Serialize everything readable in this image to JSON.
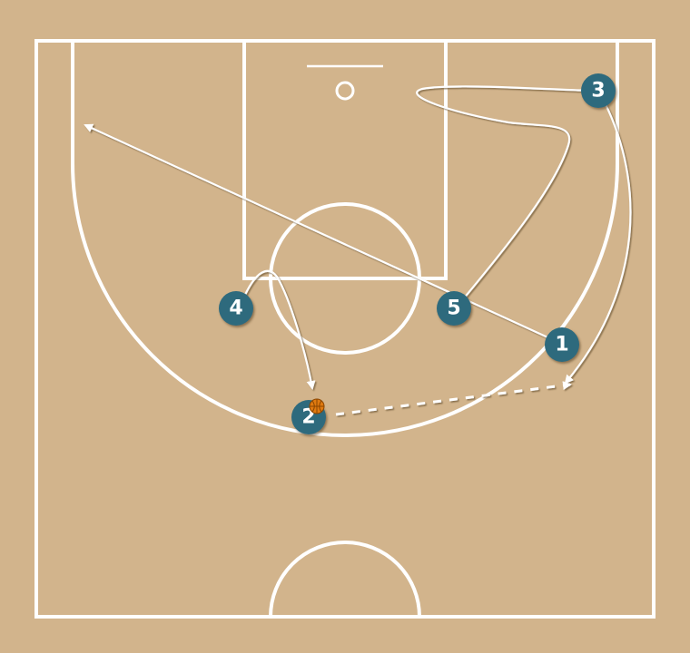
{
  "court": {
    "background": "#d2b48c",
    "line_color": "#ffffff"
  },
  "players": [
    {
      "id": "p1",
      "label": "1",
      "color": "#2e6a7d"
    },
    {
      "id": "p2",
      "label": "2",
      "color": "#2e6a7d",
      "has_ball": true
    },
    {
      "id": "p3",
      "label": "3",
      "color": "#2e6a7d"
    },
    {
      "id": "p4",
      "label": "4",
      "color": "#2e6a7d"
    },
    {
      "id": "p5",
      "label": "5",
      "color": "#2e6a7d"
    }
  ],
  "ball": {
    "icon": "basketball-icon",
    "color": "#e07a10"
  }
}
